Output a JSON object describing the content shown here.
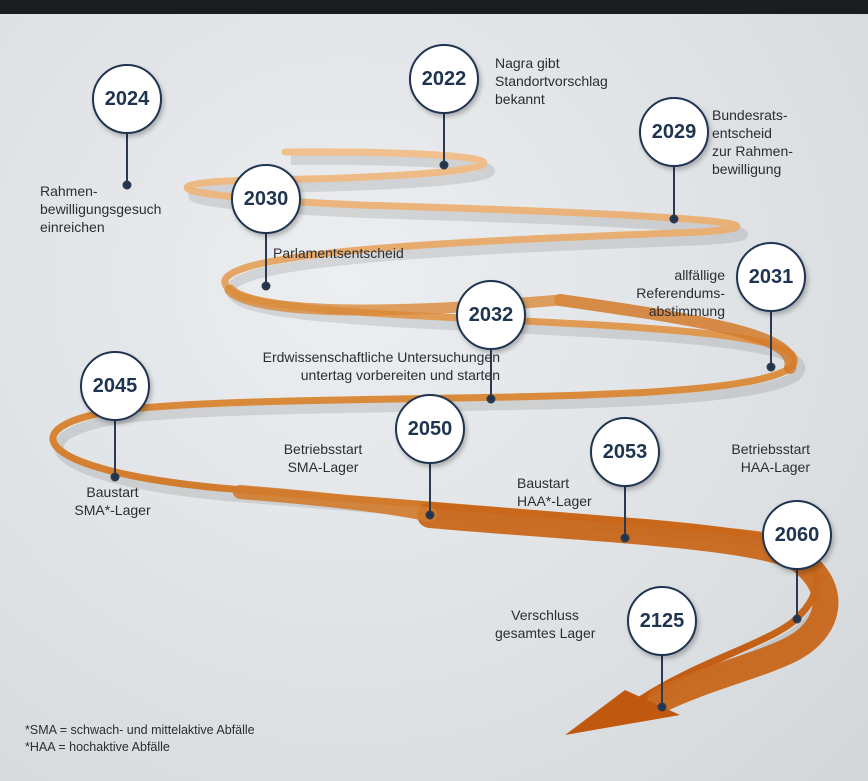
{
  "milestones": [
    {
      "year": "2024",
      "label": "Rahmen-\nbewilligungsgesuch\neinreichen"
    },
    {
      "year": "2022",
      "label": "Nagra gibt\nStandortvorschlag\nbekannt"
    },
    {
      "year": "2029",
      "label": "Bundesrats-\nentscheid\nzur Rahmen-\nbewilligung"
    },
    {
      "year": "2030",
      "label": "Parlamentsentscheid"
    },
    {
      "year": "2031",
      "label": "allfällige\nReferendums-\nabstimmung"
    },
    {
      "year": "2032",
      "label": "Erdwissenschaftliche Untersuchungen\nuntertag vorbereiten und starten"
    },
    {
      "year": "2045",
      "label": "Baustart\nSMA*-Lager"
    },
    {
      "year": "2050",
      "label": "Betriebsstart\nSMA-Lager"
    },
    {
      "year": "2053",
      "label": "Baustart\nHAA*-Lager"
    },
    {
      "year": "2060",
      "label": "Betriebsstart\nHAA-Lager"
    },
    {
      "year": "2125",
      "label": "Verschluss\ngesamtes Lager"
    }
  ],
  "footnotes": [
    "*SMA = schwach- und mittelaktive Abfälle",
    "*HAA = hochaktive Abfälle"
  ],
  "colors": {
    "road_dark": "#c8661a",
    "road_light": "#e9a563",
    "pin_border": "#1f3450",
    "stem": "#2b3a4e"
  }
}
